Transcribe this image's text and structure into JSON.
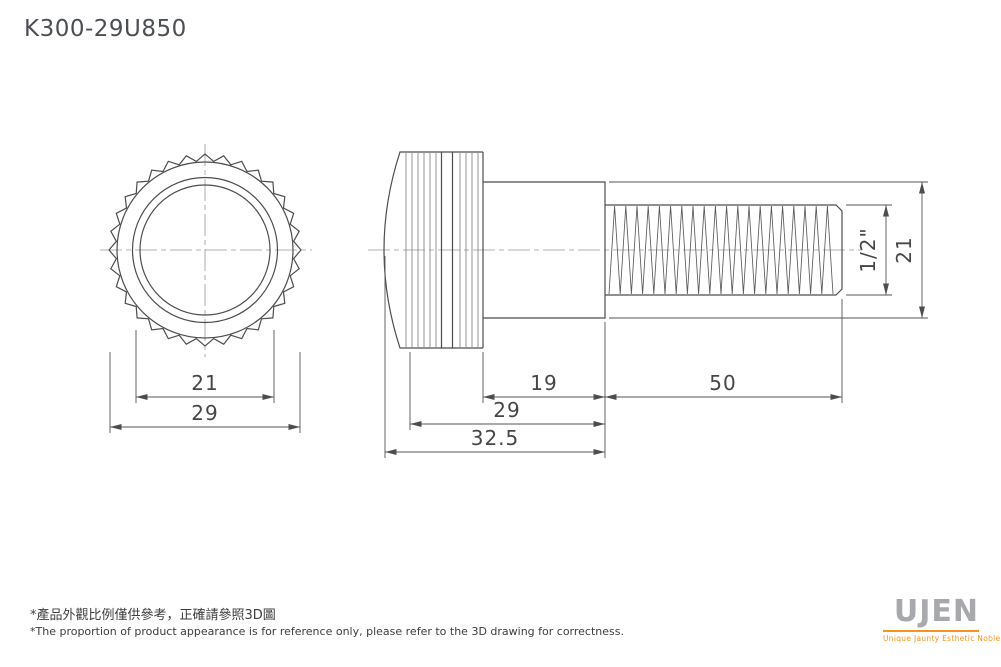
{
  "title": "K300-29U850",
  "front_view": {
    "dim_inner": "21",
    "dim_outer": "29"
  },
  "side_view": {
    "dim_collar_len": "19",
    "dim_thread_len": "50",
    "dim_head_len": "29",
    "dim_total_len": "32.5",
    "dim_thread_dia": "1/2\"",
    "dim_collar_dia": "21"
  },
  "footer": {
    "note_zh": "*產品外觀比例僅供參考，正確請參照3D圖",
    "note_en": "*The proportion of product appearance is for reference only, please refer to the 3D drawing for correctness."
  },
  "logo": {
    "name": "UJEN",
    "tagline": "Unique Jaunty Esthetic Noble"
  },
  "colors": {
    "line": "#4d4d4d",
    "centerline": "#9a9a9a",
    "text": "#464646",
    "accent_orange": "#f7941d",
    "logo_gray": "#a7a9ac"
  }
}
